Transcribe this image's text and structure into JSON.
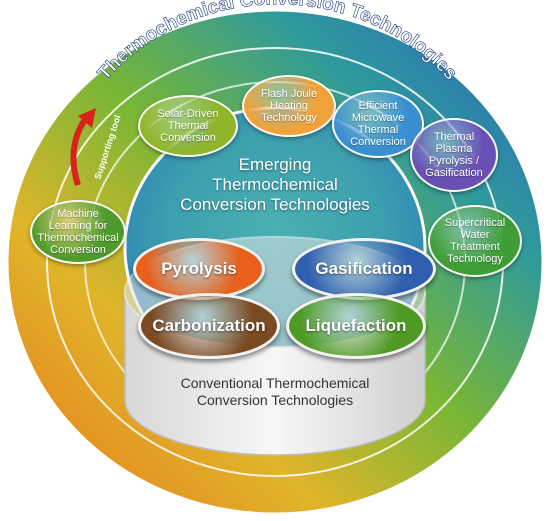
{
  "title": "Thermochemical Conversion Technologies",
  "supporting_tool": "Supporting tool",
  "emerging_title": [
    "Emerging",
    "Thermochemical",
    "Conversion Technologies"
  ],
  "conventional_title": [
    "Conventional Thermochemical",
    "Conversion Technologies"
  ],
  "outer_bubbles": [
    {
      "lines": [
        "Machine",
        "Learning for",
        "Thermochemical",
        "Conversion"
      ],
      "color": "#4f9a2c"
    },
    {
      "lines": [
        "Solar-Driven",
        "Thermal",
        "Conversion"
      ],
      "color": "#8fb52b"
    },
    {
      "lines": [
        "Flash Joule",
        "Heating",
        "Technology"
      ],
      "color": "#f0a23a"
    },
    {
      "lines": [
        "Efficient",
        "Microwave",
        "Thermal",
        "Conversion"
      ],
      "color": "#3a8fd0"
    },
    {
      "lines": [
        "Thermal",
        "Plasma",
        "Pyrolysis /",
        "Gasification"
      ],
      "color": "#6a4fb5"
    },
    {
      "lines": [
        "Supercritical",
        "Water",
        "Treatment",
        "Technology"
      ],
      "color": "#3f9d36"
    }
  ],
  "core_methods": [
    {
      "label": "Pyrolysis",
      "color": "#e8601c"
    },
    {
      "label": "Gasification",
      "color": "#2f5fae"
    },
    {
      "label": "Carbonization",
      "color": "#7a4a22"
    },
    {
      "label": "Liquefaction",
      "color": "#4f9a24"
    }
  ],
  "colors": {
    "ring_blue": "#2a6fc0",
    "ring_green": "#6fb33a",
    "ring_orange": "#e7861f",
    "arrow_red": "#d8231c"
  }
}
